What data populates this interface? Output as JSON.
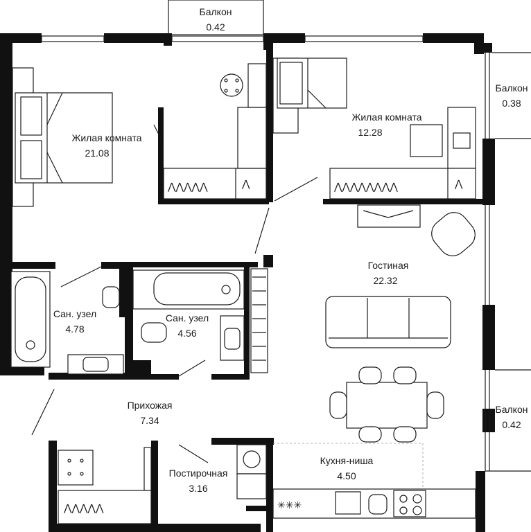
{
  "rooms": {
    "balcony_top": {
      "name": "Балкон",
      "area": "0.42"
    },
    "bedroom_main": {
      "name": "Жилая комната",
      "area": "21.08"
    },
    "bedroom_second": {
      "name": "Жилая комната",
      "area": "12.28"
    },
    "balcony_right_top": {
      "name": "Балкон",
      "area": "0.38"
    },
    "living_room": {
      "name": "Гостиная",
      "area": "22.32"
    },
    "bathroom_left": {
      "name": "Сан. узел",
      "area": "4.78"
    },
    "bathroom_center": {
      "name": "Сан. узел",
      "area": "4.56"
    },
    "hallway": {
      "name": "Прихожая",
      "area": "7.34"
    },
    "balcony_right_bottom": {
      "name": "Балкон",
      "area": "0.42"
    },
    "laundry": {
      "name": "Постирочная",
      "area": "3.16"
    },
    "kitchen_niche": {
      "name": "Кухня-ниша",
      "area": "4.50"
    }
  },
  "colors": {
    "wall": "#111111",
    "line": "#1a1a1a",
    "background": "#ffffff"
  },
  "icons": [
    "bed-icon",
    "bathtub-icon",
    "toilet-icon",
    "sink-icon",
    "sofa-icon",
    "armchair-icon",
    "desk-icon",
    "chair-icon",
    "dining-table-icon",
    "wardrobe-icon",
    "washing-machine-icon",
    "stove-icon",
    "door-icon",
    "radiator-icon",
    "tv-stand-icon"
  ]
}
